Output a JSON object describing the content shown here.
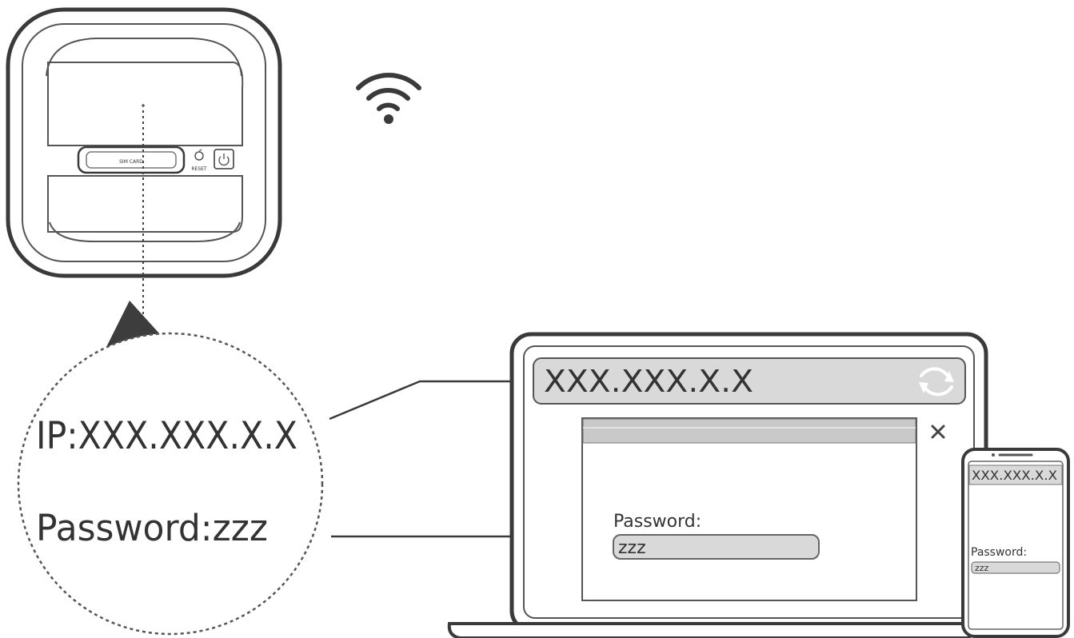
{
  "router": {
    "sim_card_label": "SIM CARD",
    "reset_label": "RESET"
  },
  "label_callout": {
    "ip_line": "IP:XXX.XXX.X.X",
    "password_line": "Password:zzz"
  },
  "laptop": {
    "address_bar_text": "XXX.XXX.X.X",
    "password_label": "Password:",
    "password_value": "zzz"
  },
  "phone": {
    "address_bar_text": "XXX.XXX.X.X",
    "password_label": "Password:",
    "password_value": "zzz"
  },
  "icons": {
    "wifi": "wifi-icon",
    "refresh": "refresh-icon",
    "close": "close-icon",
    "power": "power-icon",
    "reset": "reset-icon"
  },
  "colors": {
    "line": "#3a3a3a",
    "field_fill": "#d9d9d9",
    "title_bar_fill": "#c9c9c9"
  }
}
